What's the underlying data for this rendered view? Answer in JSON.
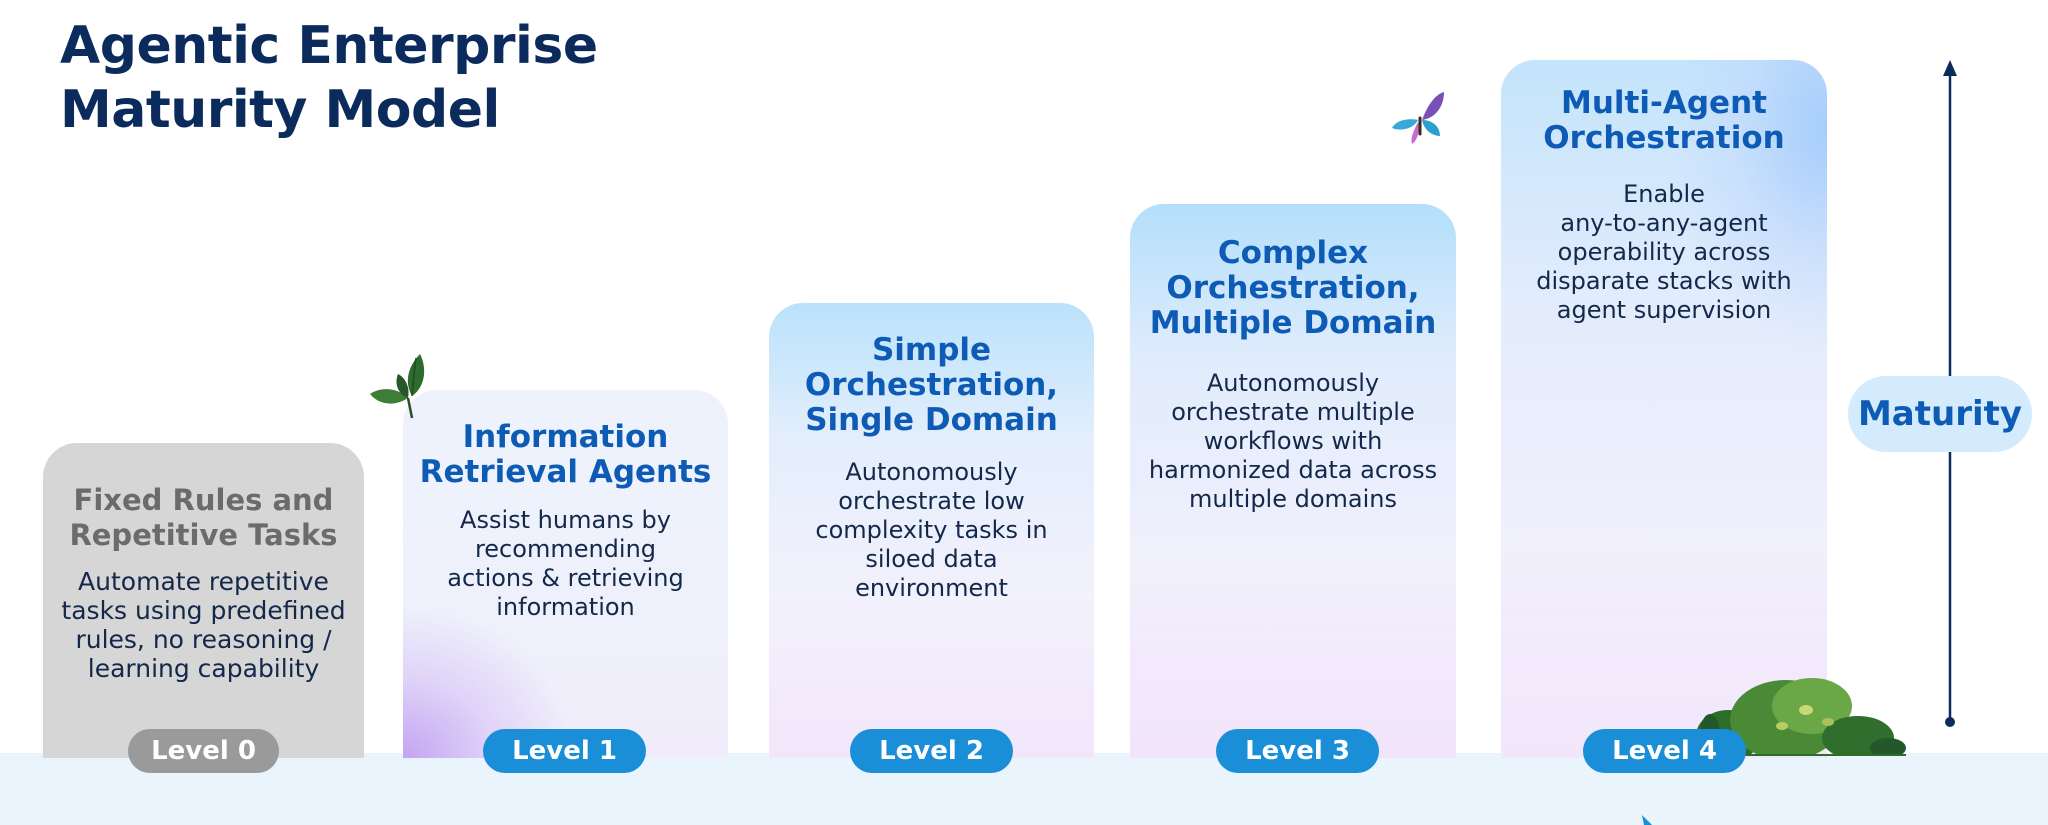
{
  "title": {
    "line1": "Agentic Enterprise",
    "line2": "Maturity Model"
  },
  "levels": [
    {
      "badge": "Level 0",
      "heading": [
        "Fixed Rules and",
        "Repetitive Tasks"
      ],
      "description": [
        "Automate repetitive",
        "tasks using predefined",
        "rules, no reasoning /",
        "learning capability"
      ]
    },
    {
      "badge": "Level 1",
      "heading": [
        "Information",
        "Retrieval Agents"
      ],
      "description": [
        "Assist humans by",
        "recommending",
        "actions & retrieving",
        "information"
      ]
    },
    {
      "badge": "Level 2",
      "heading": [
        "Simple",
        "Orchestration,",
        "Single Domain"
      ],
      "description": [
        "Autonomously",
        "orchestrate low",
        "complexity tasks in",
        "siloed data",
        "environment"
      ]
    },
    {
      "badge": "Level 3",
      "heading": [
        "Complex",
        "Orchestration,",
        "Multiple Domain"
      ],
      "description": [
        "Autonomously",
        "orchestrate multiple",
        "workflows with",
        "harmonized data across",
        "multiple domains"
      ]
    },
    {
      "badge": "Level 4",
      "heading": [
        "Multi-Agent",
        "Orchestration"
      ],
      "description": [
        "Enable",
        "any-to-any-agent",
        "operability across",
        "disparate stacks with",
        "agent supervision"
      ]
    }
  ],
  "axis": {
    "label": "Maturity"
  },
  "colors": {
    "title": "#0b2b5c",
    "heading": "#0e5bb5",
    "badge": "#1a8fd8",
    "badge_level0": "#9a9a9a",
    "ground": "#eaf4fd",
    "axis": "#0b2b5c"
  },
  "icons": [
    "leaf-decoration-icon",
    "butterfly-icon",
    "bush-decoration-icon",
    "arrow-up-icon"
  ]
}
